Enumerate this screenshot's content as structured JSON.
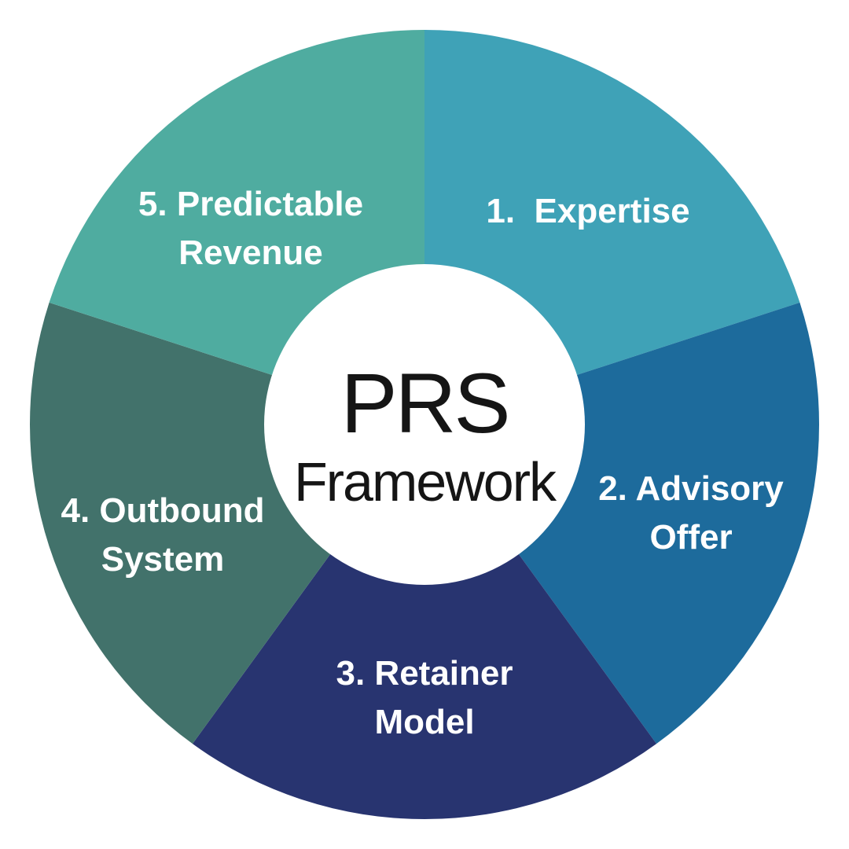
{
  "diagram": {
    "center": {
      "title": "PRS",
      "subtitle": "Framework"
    },
    "label_text_color": "#FFFFFF",
    "center_text_color": "#151515",
    "background_color": "#FFFFFF"
  },
  "chart_data": {
    "type": "pie",
    "title": "PRS Framework",
    "legend": "none",
    "start_angle_deg": -90,
    "direction": "clockwise",
    "donut_hole": true,
    "segments": [
      {
        "order": "1",
        "name": "Expertise",
        "lines": [
          "1.  Expertise"
        ],
        "value": 20,
        "color": "#3FA2B7"
      },
      {
        "order": "2",
        "name": "Advisory Offer",
        "lines": [
          "2. Advisory",
          "Offer"
        ],
        "value": 20,
        "color": "#1D6B9C"
      },
      {
        "order": "3",
        "name": "Retainer Model",
        "lines": [
          "3. Retainer",
          "Model"
        ],
        "value": 20,
        "color": "#283470"
      },
      {
        "order": "4",
        "name": "Outbound System",
        "lines": [
          "4. Outbound",
          "System"
        ],
        "value": 20,
        "color": "#42726B"
      },
      {
        "order": "5",
        "name": "Predictable Revenue",
        "lines": [
          "5. Predictable",
          "Revenue"
        ],
        "value": 20,
        "color": "#4FACA0"
      }
    ]
  }
}
